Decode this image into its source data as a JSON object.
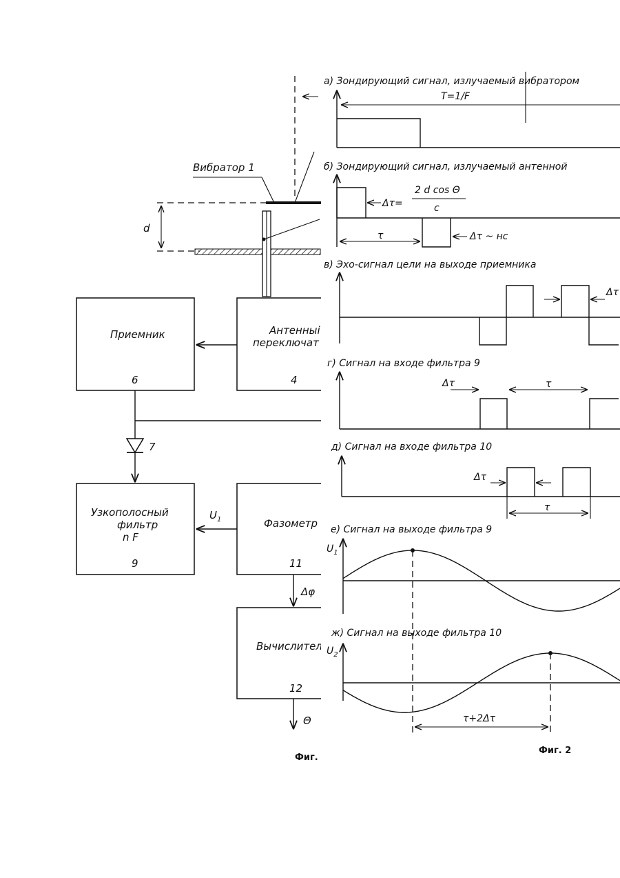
{
  "fig1": {
    "vibrator_label": "Вибратор 1",
    "d_label": "d",
    "receiver": {
      "label": "Приемник",
      "num": "6"
    },
    "switch": {
      "label_line1": "Антенныі",
      "label_line2": "переключат",
      "num": "4"
    },
    "diode_num": "7",
    "filter": {
      "line1": "Узкополосный",
      "line2": "фильтр",
      "line3": "n F",
      "num": "9"
    },
    "u1_label": "U",
    "u1_sub": "1",
    "phase_meter": {
      "label": "Фазометр",
      "num": "11"
    },
    "dphi_label": "Δφ",
    "calculator": {
      "label": "Вычислител",
      "num": "12"
    },
    "theta_label": "Θ",
    "caption": "Фиг. ,"
  },
  "fig2": {
    "a": {
      "title": "а) Зондирующий сигнал, излучаемый вибратором",
      "period": "T=1/F"
    },
    "b": {
      "title": "б) Зондирующий сигнал, излучаемый антенной",
      "formula_lhs": "Δτ=",
      "formula_num": "2 d cos Θ",
      "formula_den": "c",
      "tau": "τ",
      "dtau_ns": "Δτ ~ нс"
    },
    "v": {
      "title": "в) Эхо-сигнал цели на выходе приемника",
      "dtau": "Δτ"
    },
    "g": {
      "title": "г) Сигнал на входе фильтра 9",
      "dtau": "Δτ",
      "tau": "τ"
    },
    "d": {
      "title": "д) Сигнал на входе фильтра 10",
      "dtau": "Δτ",
      "tau": "τ"
    },
    "e": {
      "title": "е) Сигнал на выходе фильтра 9",
      "u": "U",
      "u_sub": "1"
    },
    "zh": {
      "title": "ж) Сигнал на выходе фильтра 10",
      "u": "U",
      "u_sub": "2",
      "shift": "τ+2Δτ"
    },
    "caption": "Фиг. 2"
  }
}
